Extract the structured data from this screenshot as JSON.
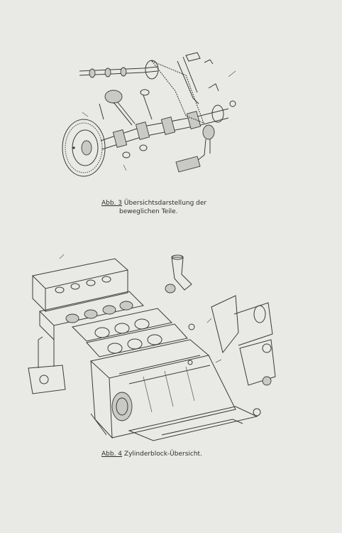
{
  "figure3": {
    "label": "Abb. 3",
    "caption_line1": "Übersichtsdarstellung der",
    "caption_line2": "beweglichen Teile."
  },
  "figure4": {
    "label": "Abb. 4",
    "caption": "Zylinderblock-Übersicht."
  }
}
